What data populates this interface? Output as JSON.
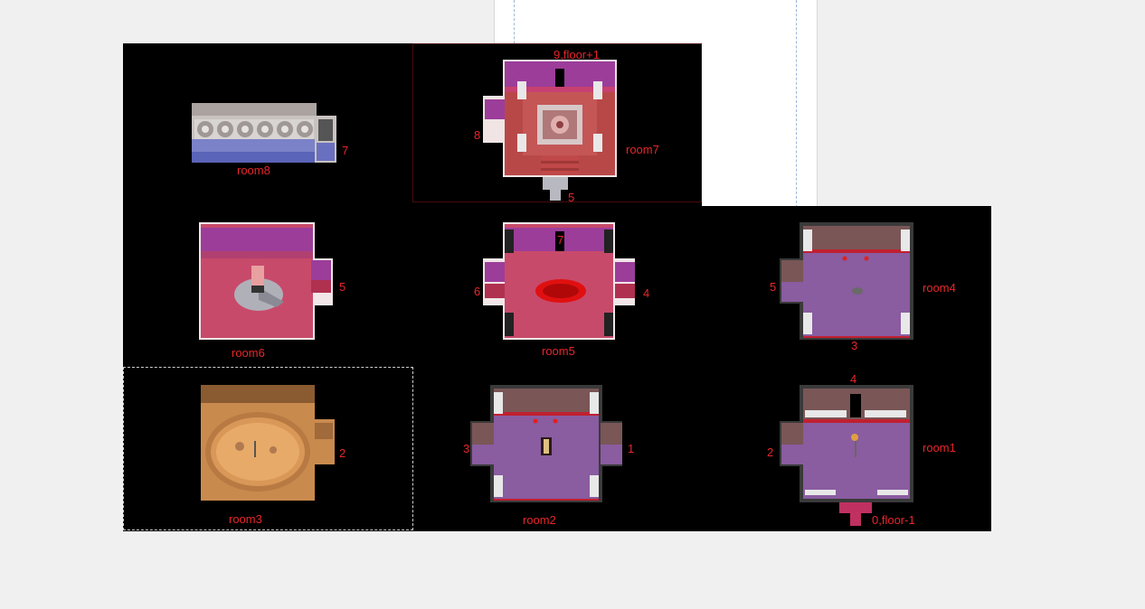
{
  "map": {
    "rooms": [
      {
        "id": "room8",
        "label": "room8",
        "exits": [
          "7"
        ]
      },
      {
        "id": "room7",
        "label": "room7",
        "top_label": "9,floor+1",
        "exits": [
          "8",
          "5"
        ]
      },
      {
        "id": "room6",
        "label": "room6",
        "exits": [
          "5"
        ]
      },
      {
        "id": "room5",
        "label": "room5",
        "exits": [
          "7",
          "6",
          "4"
        ]
      },
      {
        "id": "room4",
        "label": "room4",
        "exits": [
          "5",
          "3"
        ]
      },
      {
        "id": "room3",
        "label": "room3",
        "exits": [
          "2"
        ]
      },
      {
        "id": "room2",
        "label": "room2",
        "exits": [
          "3",
          "1"
        ]
      },
      {
        "id": "room1",
        "label": "room1",
        "top_label": "4",
        "exits": [
          "2"
        ],
        "bottom_label": "0,floor-1"
      }
    ],
    "colors": {
      "label": "#e8262a",
      "background": "#000000",
      "canvas": "#f0f0f0",
      "purple_floor": "#8a5ca0",
      "red_floor": "#c8475f",
      "sand_floor": "#e0a060",
      "accent_pink": "#a0409a"
    }
  }
}
